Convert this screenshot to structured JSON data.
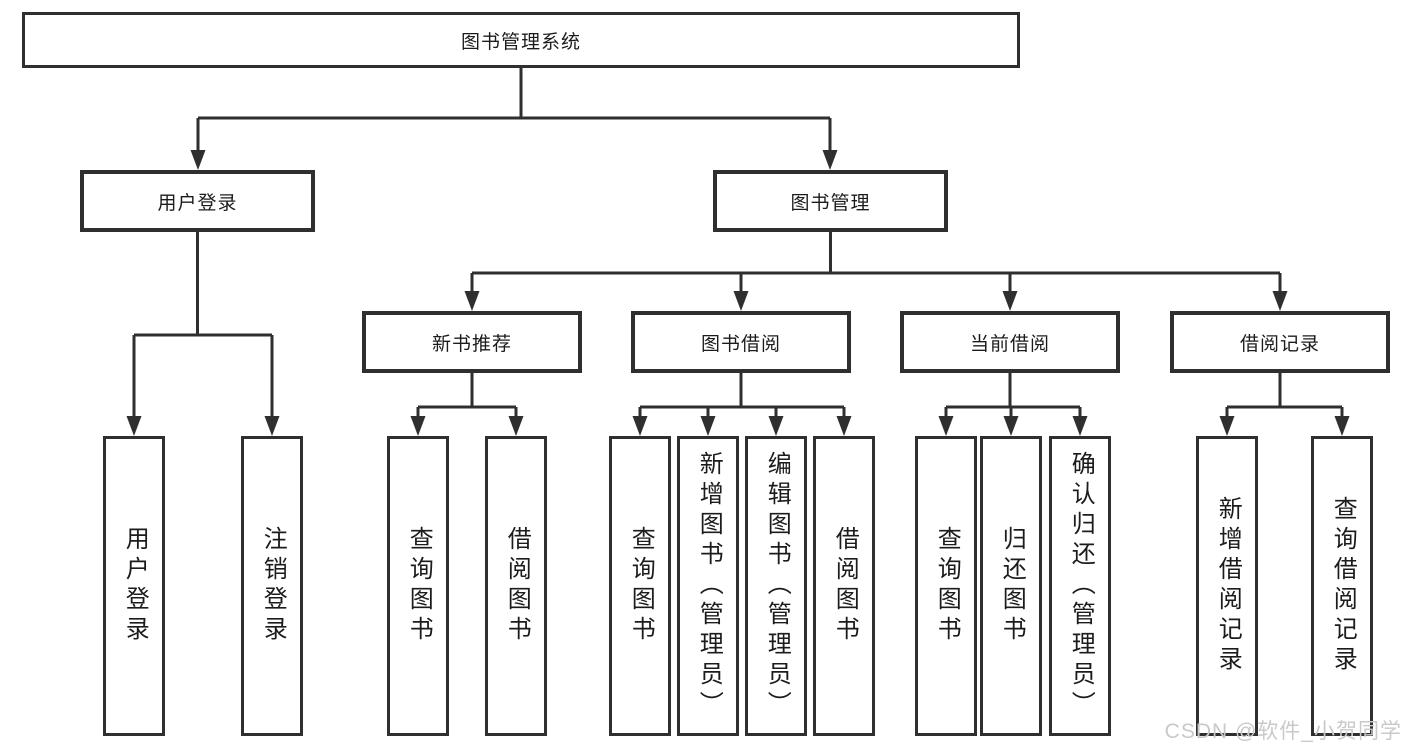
{
  "tree": {
    "root": {
      "label": "图书管理系统",
      "children": [
        {
          "label": "用户登录",
          "children": [
            {
              "label": "用户登录"
            },
            {
              "label": "注销登录"
            }
          ]
        },
        {
          "label": "图书管理",
          "children": [
            {
              "label": "新书推荐",
              "children": [
                {
                  "label": "查询图书"
                },
                {
                  "label": "借阅图书"
                }
              ]
            },
            {
              "label": "图书借阅",
              "children": [
                {
                  "label": "查询图书"
                },
                {
                  "label": "新增图书（管理员）"
                },
                {
                  "label": "编辑图书（管理员）"
                },
                {
                  "label": "借阅图书"
                }
              ]
            },
            {
              "label": "当前借阅",
              "children": [
                {
                  "label": "查询图书"
                },
                {
                  "label": "归还图书"
                },
                {
                  "label": "确认归还（管理员）"
                }
              ]
            },
            {
              "label": "借阅记录",
              "children": [
                {
                  "label": "新增借阅记录"
                },
                {
                  "label": "查询借阅记录"
                }
              ]
            }
          ]
        }
      ]
    }
  },
  "watermark": {
    "text": "CSDN @软件_小贺同学"
  },
  "colors": {
    "line": "#2f2f2f",
    "text": "#1c1c1c",
    "background": "#ffffff",
    "watermark": "#c9c9c9"
  }
}
